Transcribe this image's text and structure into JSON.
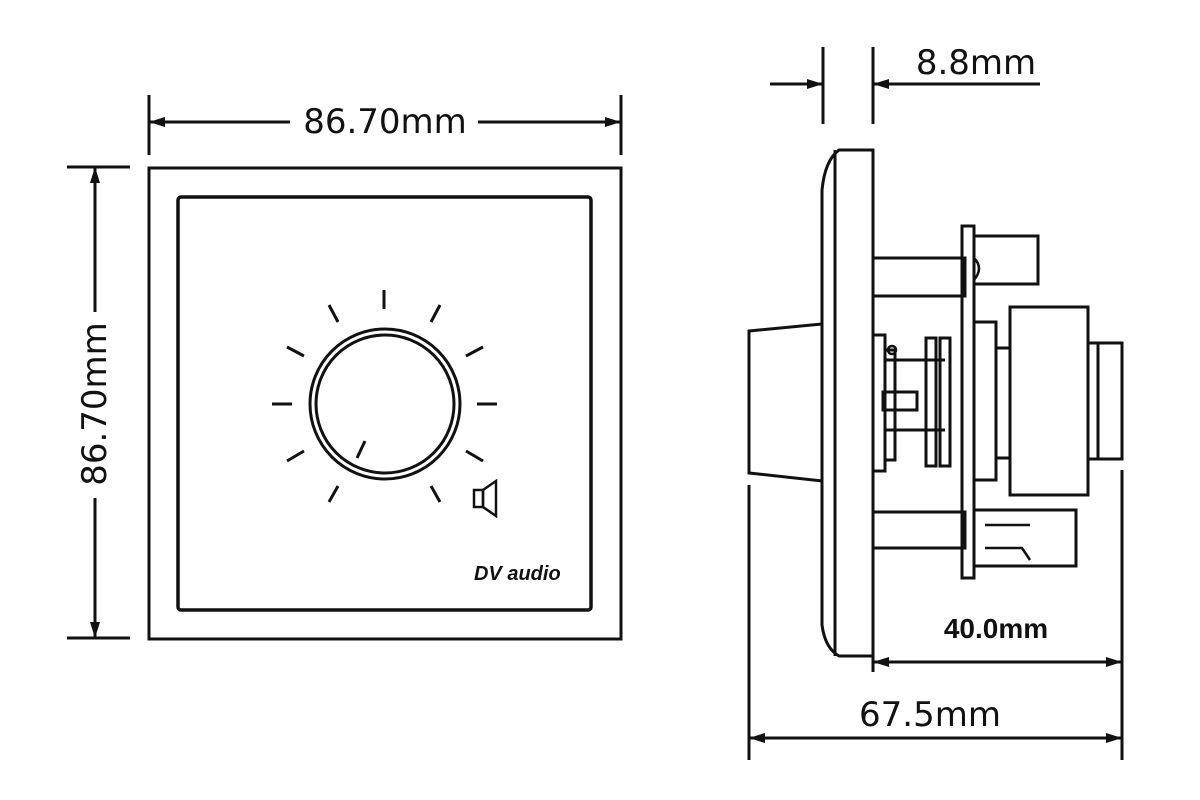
{
  "front_view": {
    "width_label": "86.70mm",
    "height_label": "86.70mm",
    "brand_label": "DV audio",
    "icons": [
      "volume-knob-icon",
      "speaker-icon"
    ]
  },
  "side_view": {
    "faceplate_thickness_label": "8.8mm",
    "body_depth_label": "40.0mm",
    "total_depth_label": "67.5mm"
  },
  "colors": {
    "line": "#111111",
    "background": "#ffffff"
  }
}
